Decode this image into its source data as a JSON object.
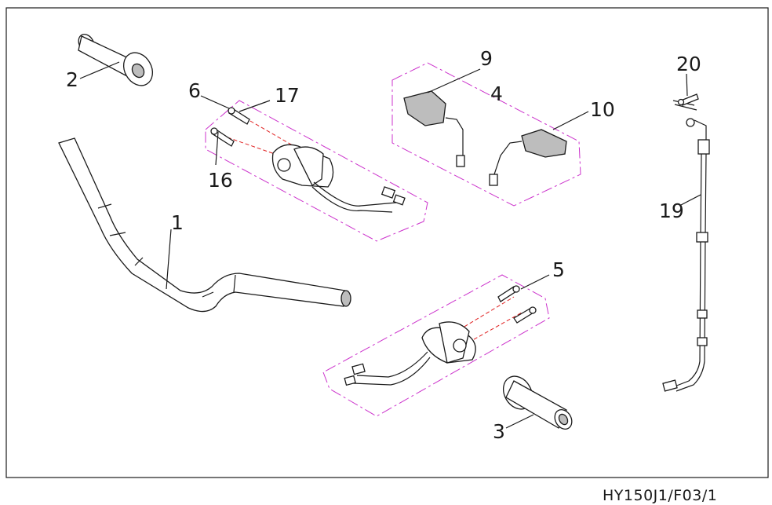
{
  "drawing_code": "HY150J1/F03/1",
  "callouts": {
    "c1": "1",
    "c2": "2",
    "c3": "3",
    "c4": "4",
    "c5": "5",
    "c6": "6",
    "c9": "9",
    "c10": "10",
    "c16": "16",
    "c17": "17",
    "c19": "19",
    "c20": "20"
  },
  "colors": {
    "line": "#1a1a1a",
    "group_outline": "#cc33cc",
    "center_line": "#e02020",
    "background": "#ffffff"
  }
}
